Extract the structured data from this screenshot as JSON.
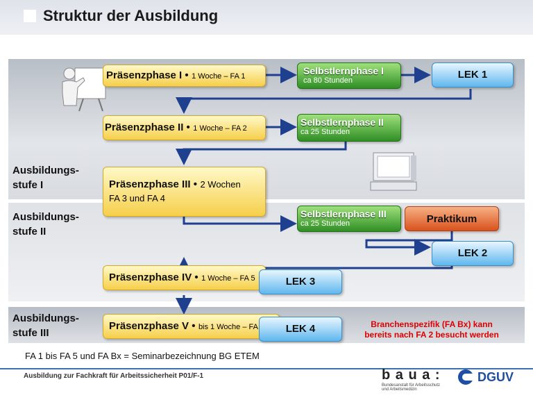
{
  "header": {
    "title": "Struktur der Ausbildung"
  },
  "stages": {
    "s1_line1": "Ausbildungs-",
    "s1_line2": "stufe I",
    "s2_line1": "Ausbildungs-",
    "s2_line2": "stufe II",
    "s3_line1": "Ausbildungs-",
    "s3_line2": "stufe III"
  },
  "phases": [
    {
      "title": "Präsenzphase I •",
      "sub": "1 Woche – FA 1"
    },
    {
      "title": "Präsenzphase II •",
      "sub": "1 Woche – FA 2"
    },
    {
      "title": "Präsenzphase III •",
      "sub": "2 Wochen",
      "sub2": "FA 3 und FA 4"
    },
    {
      "title": "Präsenzphase IV •",
      "sub": "1 Woche – FA 5"
    },
    {
      "title": "Präsenzphase V •",
      "sub": "bis 1 Woche – FA Bx"
    }
  ],
  "self_study": [
    {
      "title": "Selbstlernphase I",
      "sub": "ca 80 Stunden"
    },
    {
      "title": "Selbstlernphase II",
      "sub": "ca 25 Stunden"
    },
    {
      "title": "Selbstlernphase III",
      "sub": "ca 25 Stunden"
    }
  ],
  "lek": [
    "LEK 1",
    "LEK 2",
    "LEK 3",
    "LEK 4"
  ],
  "praktikum": "Praktikum",
  "note": {
    "line1": "Branchenspezifik (FA Bx) kann",
    "line2": "bereits nach FA 2 besucht werden"
  },
  "definition": "FA 1 bis FA 5 und FA Bx = Seminarbezeichnung BG ETEM",
  "footer": {
    "text": "Ausbildung  zur Fachkraft für Arbeitssicherheit P01/F-1",
    "baua": "b a u a :",
    "baua_sub1": "Bundesanstalt für Arbeitsschutz",
    "baua_sub2": "und Arbeitsmedizin",
    "dguv": "DGUV"
  },
  "colors": {
    "accent_blue": "#3c6fb0",
    "note_red": "#e00000",
    "arrow": "#1f3f8f"
  }
}
